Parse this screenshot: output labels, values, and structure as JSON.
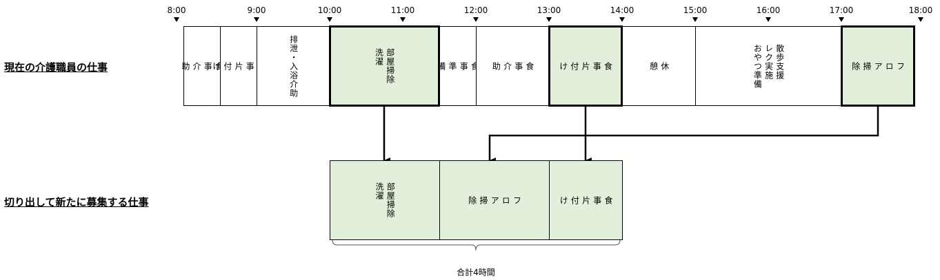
{
  "labels": {
    "current": "現在の介護職員の仕事",
    "new": "切り出して新たに募集する仕事",
    "total": "合計4時間"
  },
  "times": [
    "8:00",
    "9:00",
    "10:00",
    "11:00",
    "12:00",
    "13:00",
    "14:00",
    "15:00",
    "16:00",
    "17:00",
    "18:00"
  ],
  "current_tasks": [
    {
      "text": "食\n事\n介\n助"
    },
    {
      "text": "食\n事\n片\n付\nけ"
    },
    {
      "text": "排泄・入浴介助"
    },
    {
      "text": "部屋掃除\n洗濯"
    },
    {
      "text": "食\n事\n準\n備"
    },
    {
      "text": "食\n事\n介\n助"
    },
    {
      "text": "食\n事\n片\n付\nけ"
    },
    {
      "text": "休\n憩"
    },
    {
      "text": "散歩支援\nレク実施\nおやつ準備"
    },
    {
      "text": "フ\nロ\nア\n掃\n除"
    }
  ],
  "new_tasks": [
    {
      "text": "部屋掃除\n洗濯"
    },
    {
      "text": "フ\nロ\nア\n掃\n除"
    },
    {
      "text": "食\n事\n片\n付\nけ"
    }
  ],
  "colors": {
    "highlight": "#e2efda",
    "border": "#000000"
  }
}
